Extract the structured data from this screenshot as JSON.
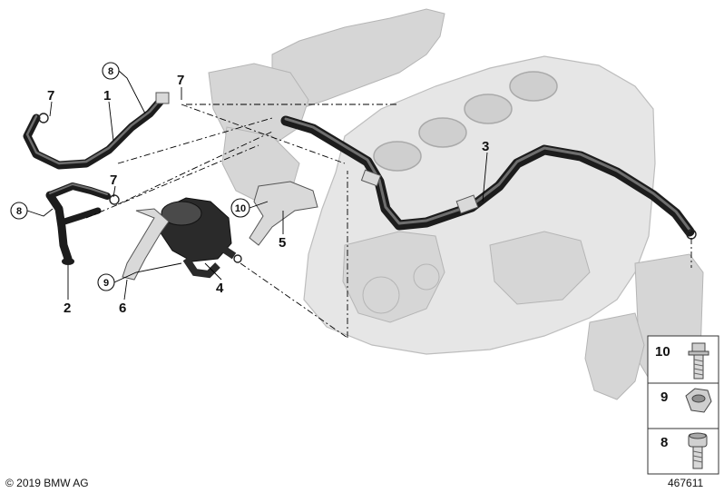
{
  "callouts": {
    "c1": "1",
    "c2": "2",
    "c3": "3",
    "c4": "4",
    "c5": "5",
    "c6": "6",
    "c7a": "7",
    "c7b": "7",
    "c7c": "7",
    "c8a": "8",
    "c8b": "8",
    "c9": "9",
    "c10": "10"
  },
  "legend": {
    "items": [
      {
        "number": "10",
        "part_icon": "bolt-icon"
      },
      {
        "number": "9",
        "part_icon": "hex-nut-icon"
      },
      {
        "number": "8",
        "part_icon": "socket-head-screw-icon"
      }
    ]
  },
  "footer": {
    "copyright": "© 2019 BMW AG",
    "diagram_number": "467611"
  }
}
